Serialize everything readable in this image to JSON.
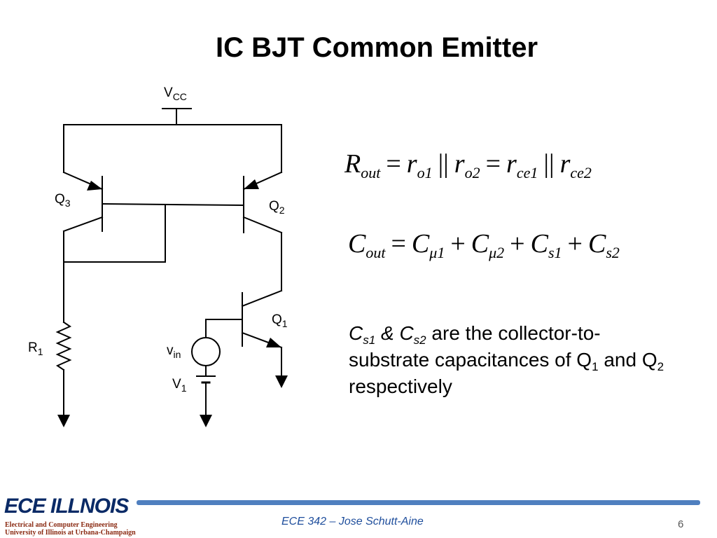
{
  "slide": {
    "title": "IC BJT Common Emitter",
    "page_number": "6",
    "course": "ECE 342 – Jose Schutt-Aine"
  },
  "logo": {
    "name": "ECE ILLNOIS",
    "line1": "Electrical and Computer Engineering",
    "line2": "University of Illinois at Urbana-Champaign"
  },
  "circuit": {
    "vcc": {
      "main": "V",
      "sub": "CC"
    },
    "q1": {
      "main": "Q",
      "sub": "1"
    },
    "q2": {
      "main": "Q",
      "sub": "2"
    },
    "q3": {
      "main": "Q",
      "sub": "3"
    },
    "r1": {
      "main": "R",
      "sub": "1"
    },
    "vin": {
      "main": "v",
      "sub": "in"
    },
    "v1": {
      "main": "V",
      "sub": "1"
    }
  },
  "equations": {
    "rout": {
      "lhs": "R",
      "lhs_sub": "out",
      "eq": "=",
      "t1": "r",
      "t1_sub": "o1",
      "par1": "||",
      "t2": "r",
      "t2_sub": "o2",
      "eq2": "=",
      "t3": "r",
      "t3_sub": "ce1",
      "par2": "||",
      "t4": "r",
      "t4_sub": "ce2"
    },
    "cout": {
      "lhs": "C",
      "lhs_sub": "out",
      "eq": "=",
      "t1": "C",
      "t1_sub": "μ1",
      "plus1": "+",
      "t2": "C",
      "t2_sub": "μ2",
      "plus2": "+",
      "t3": "C",
      "t3_sub": "s1",
      "plus3": "+",
      "t4": "C",
      "t4_sub": "s2"
    }
  },
  "description": {
    "c1": "C",
    "c1_sub": "s1",
    "amp": " & ",
    "c2": "C",
    "c2_sub": "s2",
    "text1": " are the collector-to-substrate capacitances of Q",
    "q1_sub": "1",
    "text2": " and Q",
    "q2_sub": "2",
    "text3": " respectively"
  }
}
